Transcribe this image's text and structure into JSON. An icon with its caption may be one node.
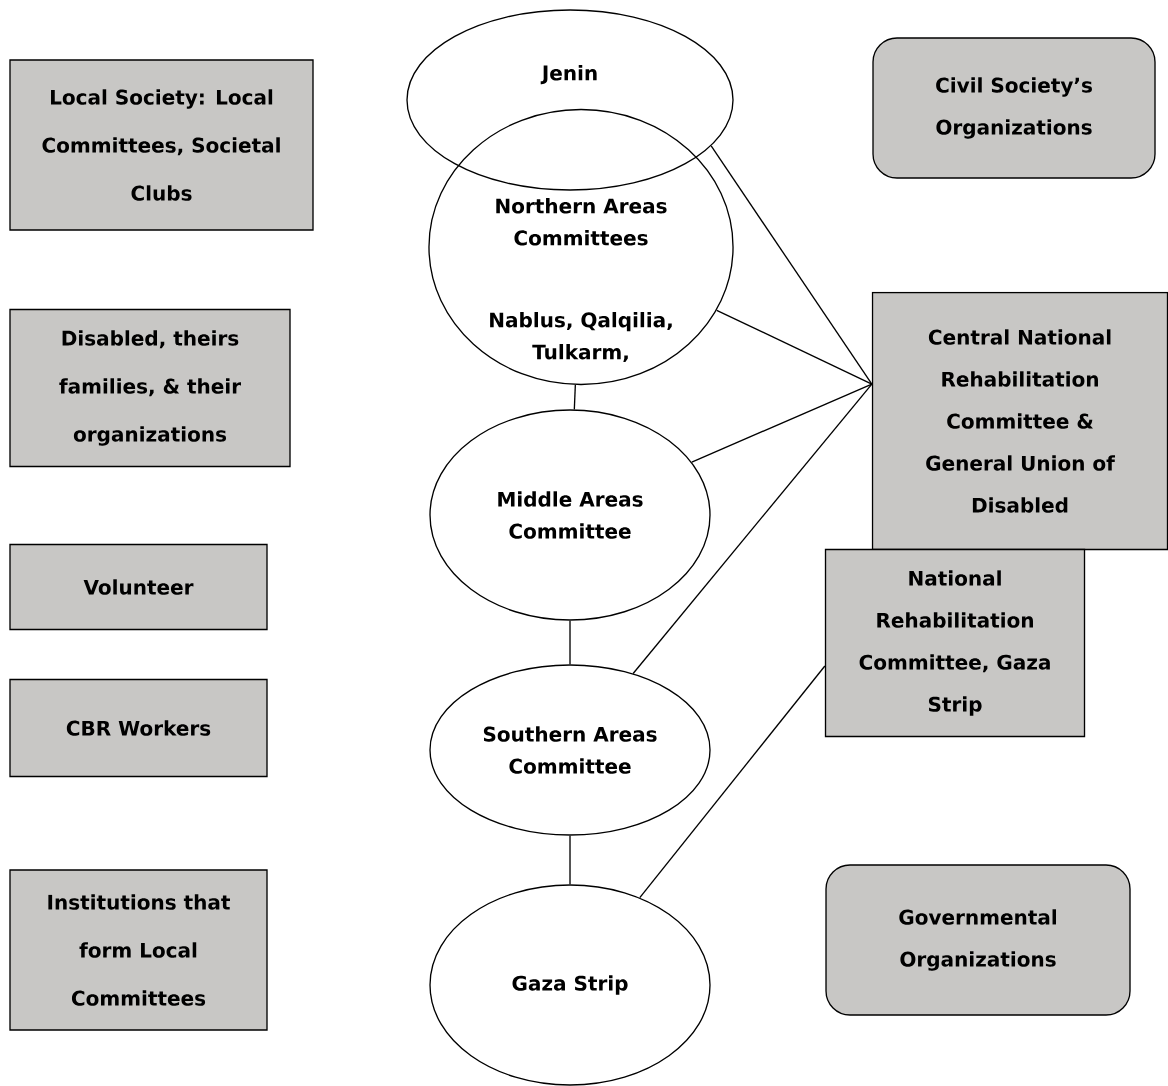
{
  "diagram": {
    "nodes": [
      {
        "text": [
          "Local Society: Local Committees, Societal Clubs"
        ]
      },
      {
        "text": [
          "Disabled, theirs families, & their organizations"
        ]
      },
      {
        "text": [
          "Volunteer"
        ]
      },
      {
        "text": [
          "CBR Workers"
        ]
      },
      {
        "text": [
          "Institutions that form Local Committees"
        ]
      },
      {
        "text": [
          "Jenin"
        ]
      },
      {
        "text": [
          "Northern Areas Committees",
          "Nablus, Qalqilia, Tulkarm,"
        ]
      },
      {
        "text": [
          "Middle Areas Committee"
        ]
      },
      {
        "text": [
          "Southern Areas Committee"
        ]
      },
      {
        "text": [
          "Gaza Strip"
        ]
      },
      {
        "text": [
          "Civil Society’s Organizations"
        ]
      },
      {
        "text": [
          "Central National Rehabilitation Committee & General Union of Disabled"
        ]
      },
      {
        "text": [
          "National Rehabilitation Committee, Gaza Strip"
        ]
      },
      {
        "text": [
          "Governmental Organizations"
        ]
      }
    ],
    "edges": [
      {
        "from": 6,
        "to": 7,
        "arrow": "none"
      },
      {
        "from": 7,
        "to": 8,
        "arrow": "none"
      },
      {
        "from": 8,
        "to": 9,
        "arrow": "none"
      },
      {
        "from": 11,
        "to": 5,
        "arrow": "none"
      },
      {
        "from": 11,
        "to": 6,
        "arrow": "none"
      },
      {
        "from": 11,
        "to": 7,
        "arrow": "none"
      },
      {
        "from": 11,
        "to": 8,
        "arrow": "none"
      },
      {
        "from": 12,
        "to": 9,
        "arrow": "none"
      }
    ]
  }
}
